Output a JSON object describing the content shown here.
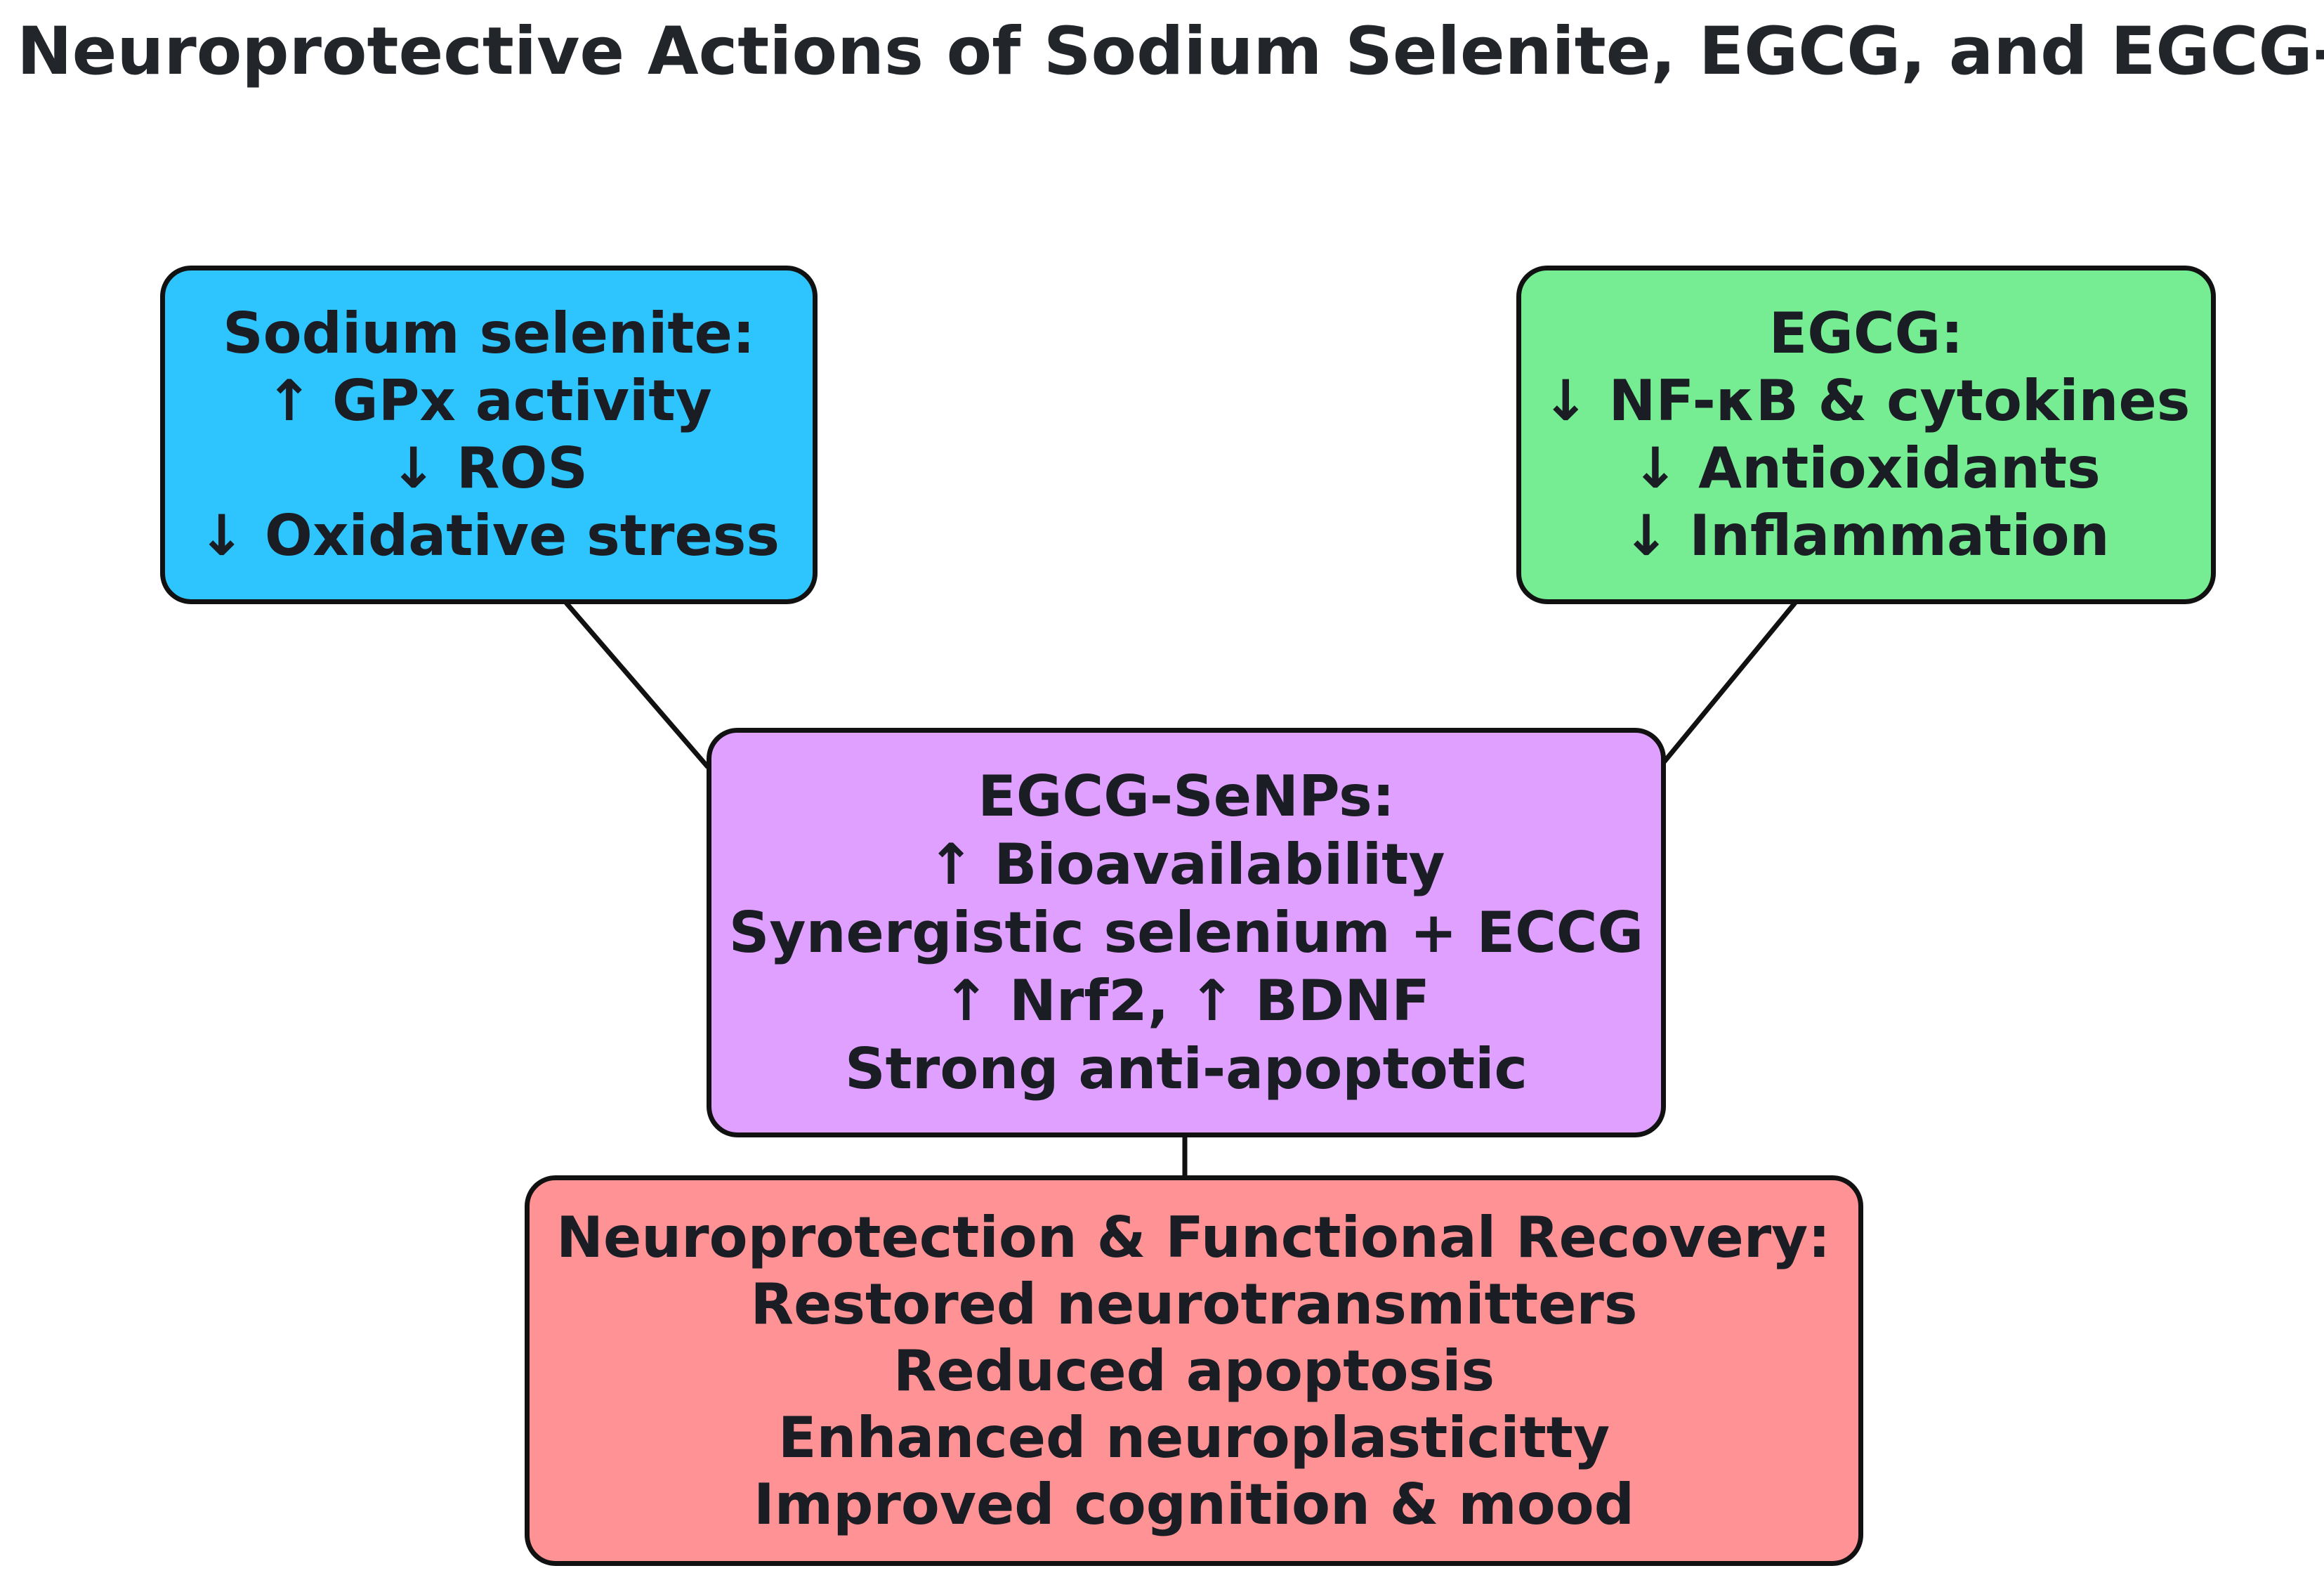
{
  "title": "Neuroprotective Actions of Sodium Selenite, EGCG, and EGCG-",
  "colors": {
    "sodium_selenite": "#2ec5ff",
    "egcg": "#76ed92",
    "egcg_senps": "#e0a0ff",
    "outcome": "#ff9294",
    "border": "#111111",
    "text": "#1a1d24"
  },
  "boxes": {
    "sodium_selenite": {
      "lines": [
        "Sodium selenite:",
        "↑ GPx activity",
        "↓ ROS",
        "↓ Oxidative stress"
      ]
    },
    "egcg": {
      "lines": [
        "EGCG:",
        "↓ NF-κB & cytokines",
        "↓ Antioxidants",
        "↓ Inflammation"
      ]
    },
    "egcg_senps": {
      "lines": [
        "EGCG-SeNPs:",
        "↑ Bioavailability",
        "Synergistic selenium + ECCG",
        "↑ Nrf2, ↑ BDNF",
        "Strong anti-apoptotic"
      ]
    },
    "outcome": {
      "lines": [
        "Neuroprotection & Functional Recovery:",
        "Restored neurotransmitters",
        "Reduced apoptosis",
        "Enhanced neuroplasticitty",
        "Improved cognition & mood"
      ]
    }
  },
  "connections": [
    {
      "from": "sodium_selenite",
      "to": "egcg_senps"
    },
    {
      "from": "egcg",
      "to": "egcg_senps"
    },
    {
      "from": "egcg_senps",
      "to": "outcome"
    }
  ]
}
